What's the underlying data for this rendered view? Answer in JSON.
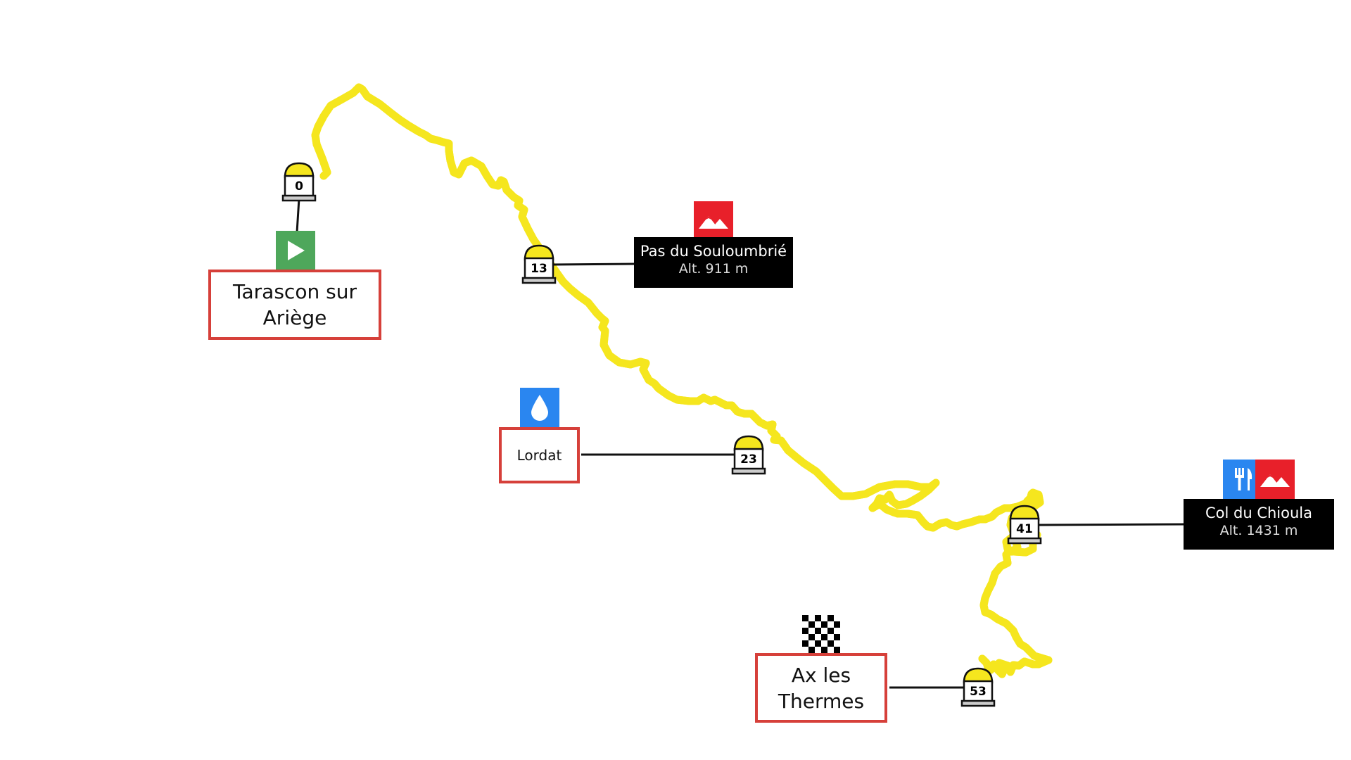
{
  "map": {
    "route_color": "#f5e61e",
    "route_outline_color": "#111111",
    "start_color": "#4ea75b",
    "water_color": "#2a86f0",
    "summit_color": "#e8202a",
    "food_color": "#2a86f0",
    "place_border_color": "#d6403a"
  },
  "places": {
    "start": {
      "label": "Tarascon sur Ariège",
      "line1": "Tarascon sur",
      "line2": "Ariège",
      "icon": "play-icon"
    },
    "water": {
      "label": "Lordat",
      "icon": "water-drop-icon"
    },
    "finish": {
      "label": "Ax les Thermes",
      "line1": "Ax les",
      "line2": "Thermes",
      "icon": "checkered-flag-icon"
    }
  },
  "passes": {
    "souloumbrie": {
      "name": "Pas du Souloumbrié",
      "altitude": "Alt. 911 m",
      "icon": "mountain-icon"
    },
    "chioula": {
      "name": "Col du Chioula",
      "altitude": "Alt. 1431 m",
      "icons": [
        "fork-knife-icon",
        "mountain-icon"
      ]
    }
  },
  "kilometer_markers": [
    "0",
    "13",
    "23",
    "41",
    "53"
  ]
}
